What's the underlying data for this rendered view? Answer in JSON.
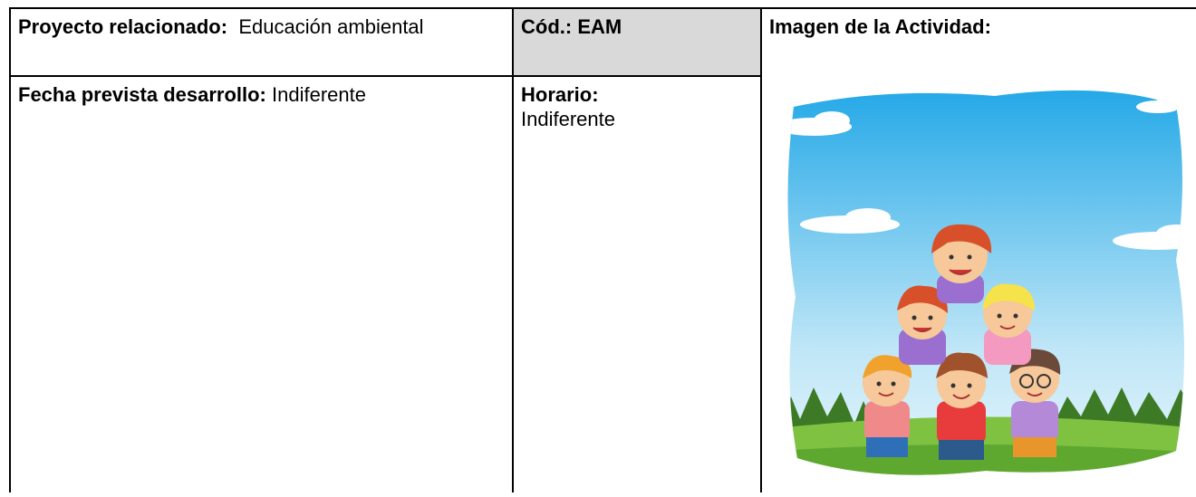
{
  "project": {
    "label": "Proyecto relacionado:",
    "value": "Educación ambiental"
  },
  "code": {
    "label": "Cód.: EAM"
  },
  "activity_image": {
    "label": "Imagen de la Actividad:"
  },
  "date": {
    "label": "Fecha prevista desarrollo:",
    "value": "Indiferente"
  },
  "schedule": {
    "label": "Horario:",
    "value": "Indiferente"
  },
  "colors": {
    "code_cell_bg": "#d9d9d9",
    "sky_top": "#1ea6e6",
    "grass": "#7fc242"
  }
}
